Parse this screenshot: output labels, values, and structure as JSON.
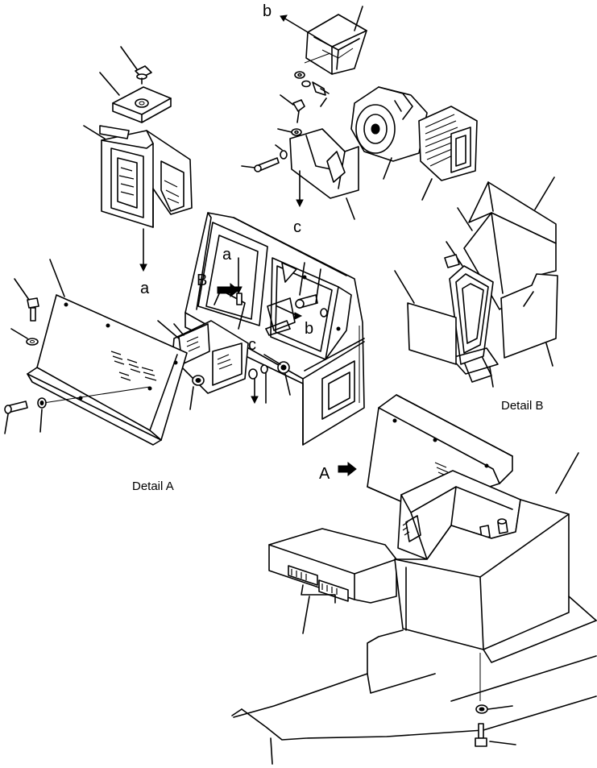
{
  "labels": {
    "callout_a": "a",
    "callout_b": "b",
    "callout_c": "c",
    "view_a": "A",
    "view_b": "B"
  },
  "captions": {
    "detail_a": "Detail A",
    "detail_b": "Detail B"
  },
  "colors": {
    "line": "#000000",
    "background": "#ffffff"
  }
}
